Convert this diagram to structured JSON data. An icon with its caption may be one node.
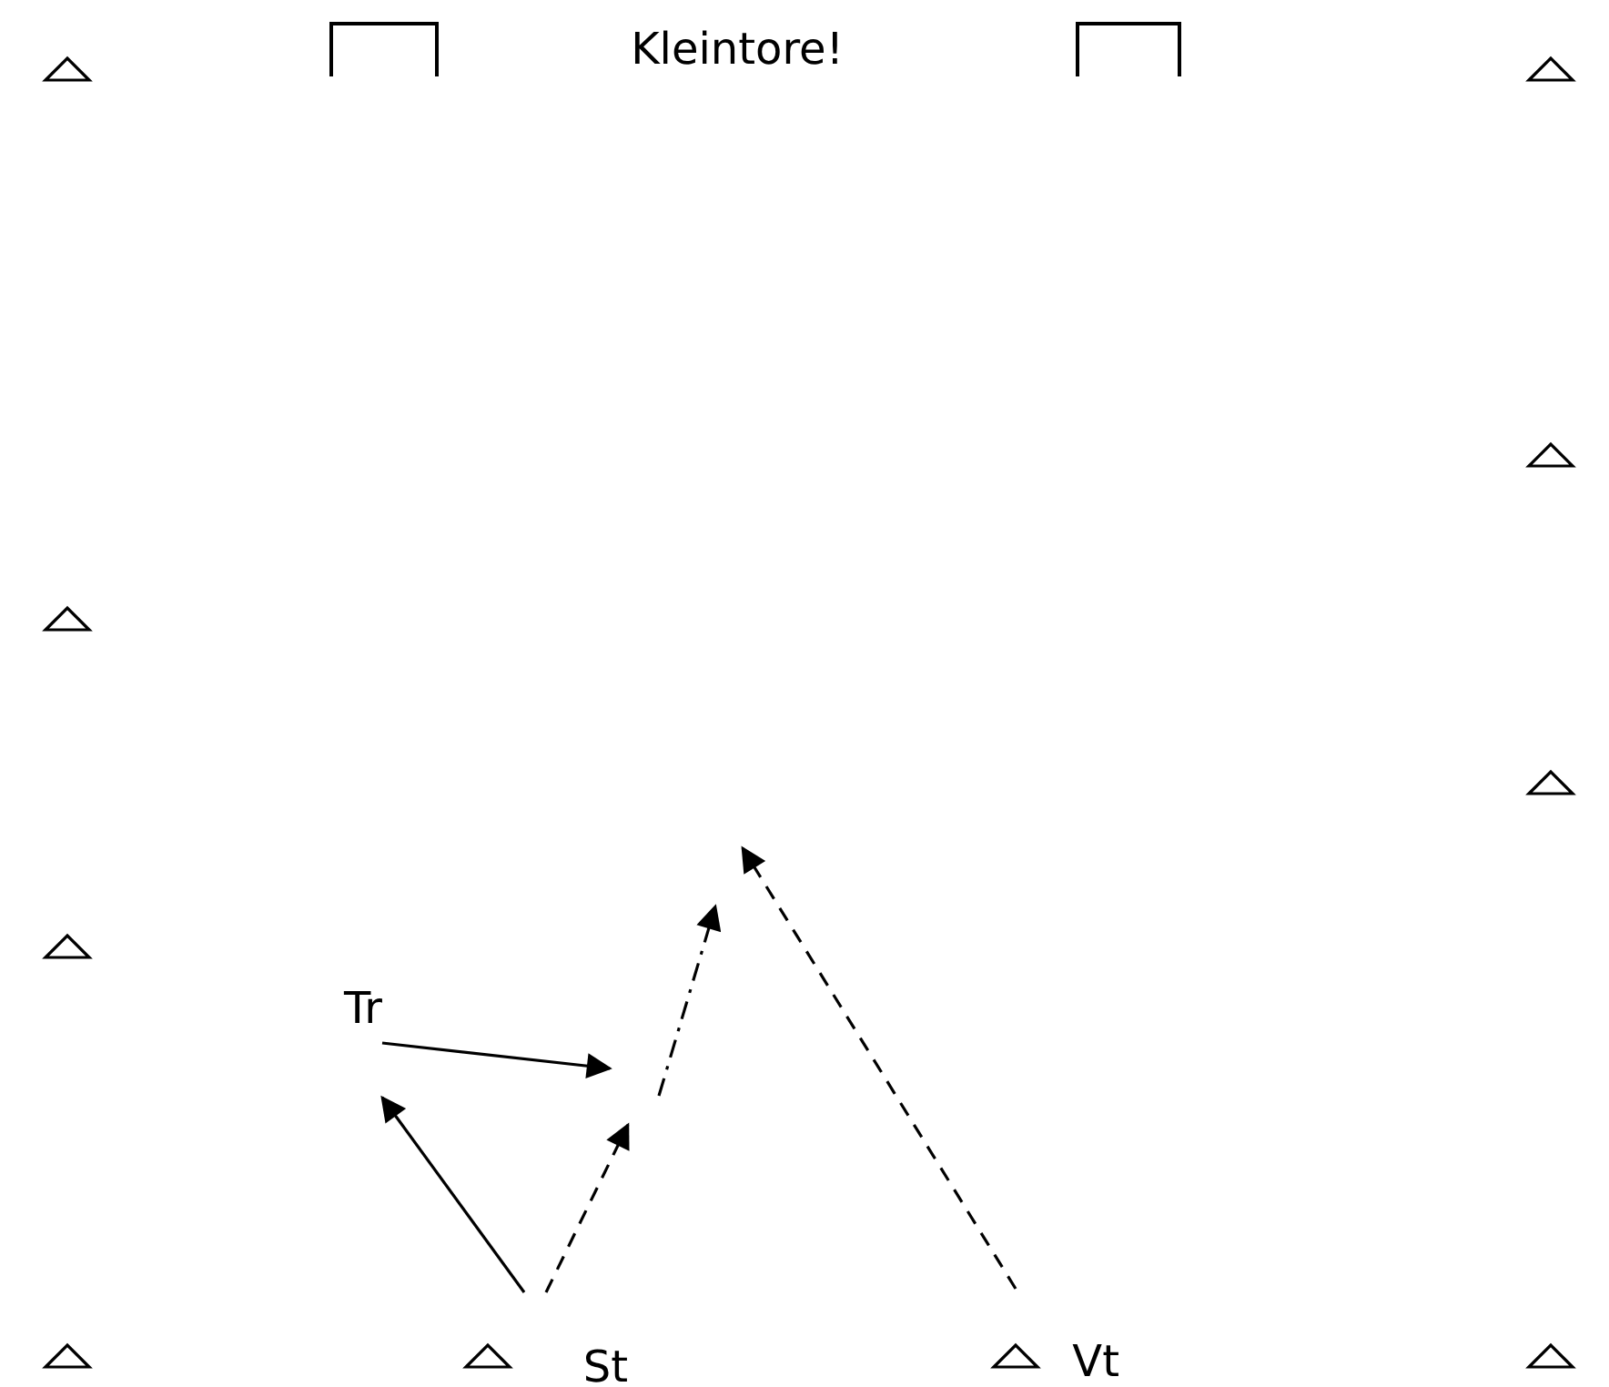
{
  "diagram": {
    "title": "Kleintore!",
    "nodes": [
      {
        "text": [
          "Tr"
        ]
      },
      {
        "text": [
          "St"
        ]
      },
      {
        "text": [
          "Vt"
        ]
      }
    ],
    "edges": [
      {
        "from": 1,
        "to": 0,
        "arrow": "to"
      },
      {
        "from": 0,
        "to": null,
        "arrow": "to"
      },
      {
        "from": 1,
        "to": null,
        "arrow": "to",
        "style": "dashed"
      },
      {
        "from": 2,
        "to": null,
        "arrow": "to",
        "style": "dashed"
      }
    ]
  }
}
